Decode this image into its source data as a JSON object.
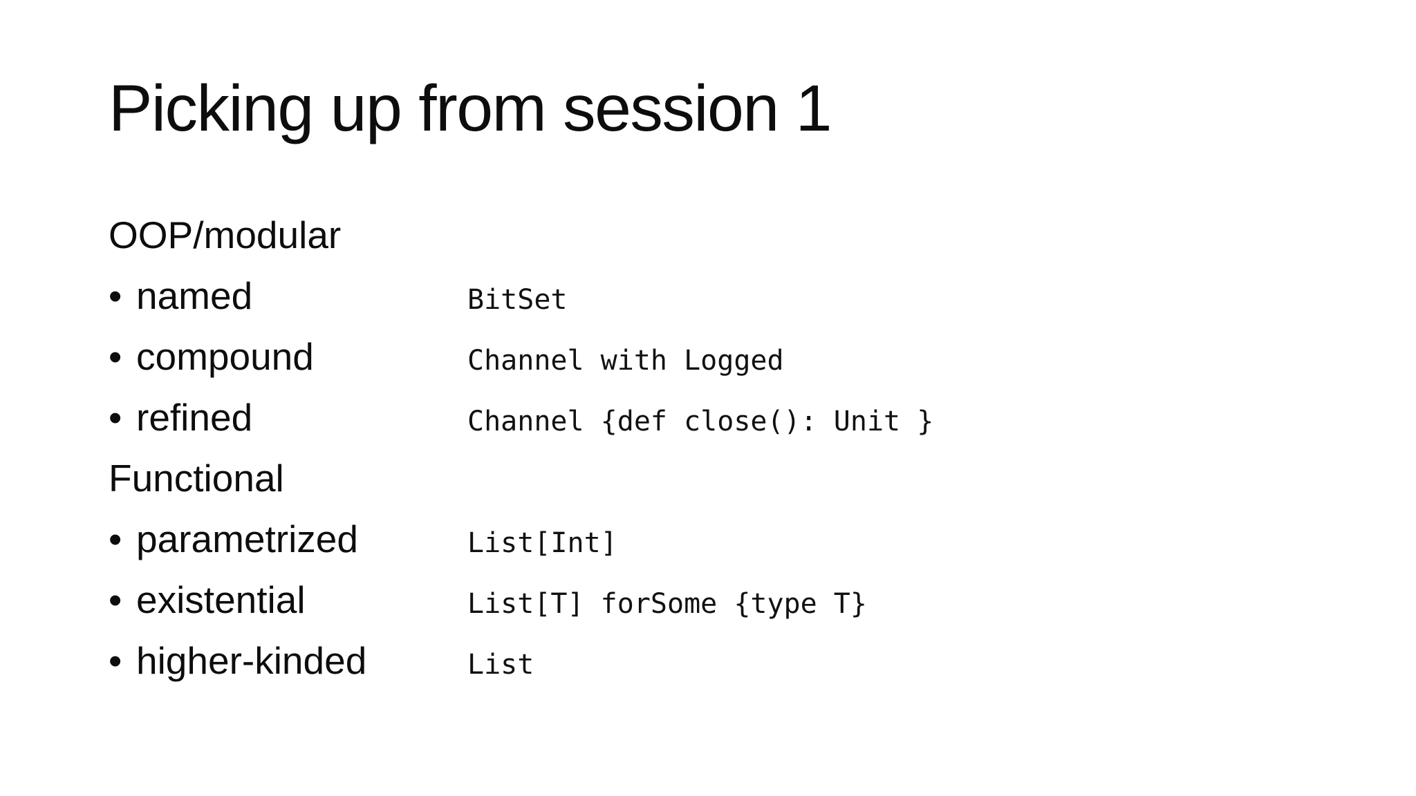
{
  "title": "Picking up from session 1",
  "bullet_char": "•",
  "colors": {
    "background": "#ffffff",
    "text": "#000000"
  },
  "sections": [
    {
      "heading": "OOP/modular",
      "items": [
        {
          "term": "named",
          "example": "BitSet"
        },
        {
          "term": "compound",
          "example": "Channel with Logged"
        },
        {
          "term": "refined",
          "example": "Channel {def close(): Unit }"
        }
      ]
    },
    {
      "heading": "Functional",
      "items": [
        {
          "term": "parametrized",
          "example": "List[Int]"
        },
        {
          "term": "existential",
          "example": "List[T] forSome {type T}"
        },
        {
          "term": "higher-kinded",
          "example": "List"
        }
      ]
    }
  ]
}
